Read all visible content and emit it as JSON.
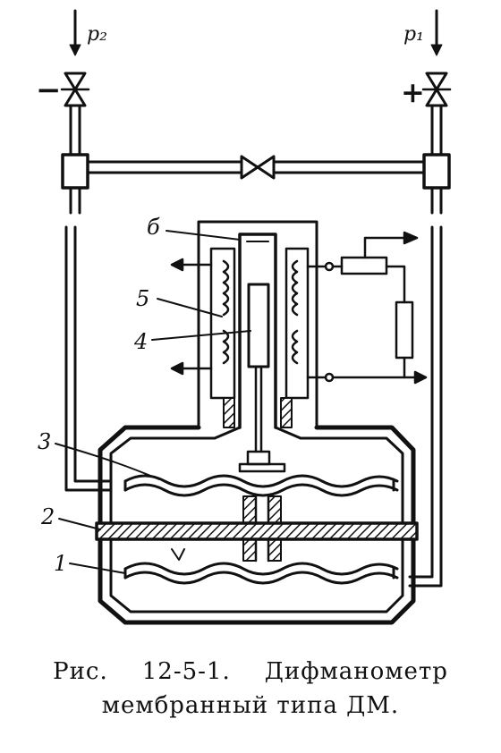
{
  "diagram": {
    "labels": {
      "p2": "p₂",
      "p1": "p₁",
      "minus": "−",
      "plus": "+",
      "n1": "1",
      "n2": "2",
      "n3": "3",
      "n4": "4",
      "n5": "5",
      "n6": "б"
    }
  },
  "caption": {
    "prefix": "Рис.",
    "number": "12-5-1.",
    "title": "Дифманометр",
    "line2": "мембранный типа ДМ."
  }
}
